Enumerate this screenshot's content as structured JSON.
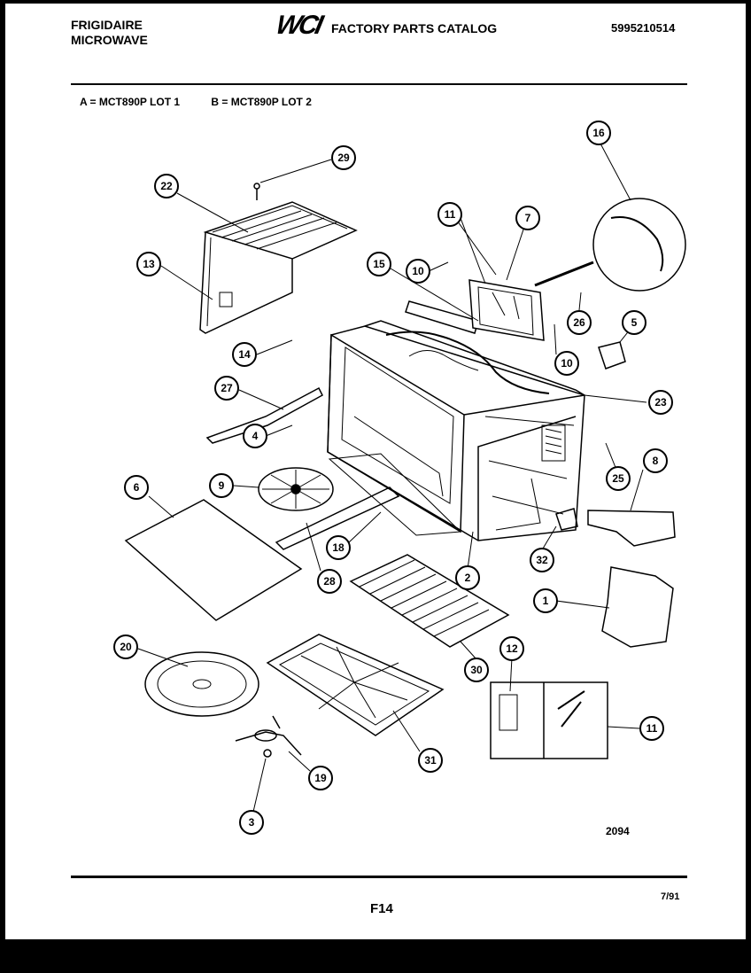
{
  "header": {
    "brand_line1": "FRIGIDAIRE",
    "brand_line2": "MICROWAVE",
    "logo": "WCI",
    "catalog_title": "FACTORY PARTS CATALOG",
    "catalog_number": "5995210514"
  },
  "models": {
    "a": "A = MCT890P LOT 1",
    "b": "B = MCT890P LOT 2"
  },
  "callouts": [
    "29",
    "22",
    "13",
    "16",
    "11",
    "7",
    "15",
    "10",
    "26",
    "5",
    "10",
    "14",
    "27",
    "4",
    "23",
    "6",
    "9",
    "25",
    "8",
    "18",
    "28",
    "2",
    "32",
    "1",
    "20",
    "30",
    "12",
    "11",
    "31",
    "19",
    "3"
  ],
  "footer": {
    "diagram_code": "2094",
    "page": "F14",
    "date": "7/91"
  }
}
